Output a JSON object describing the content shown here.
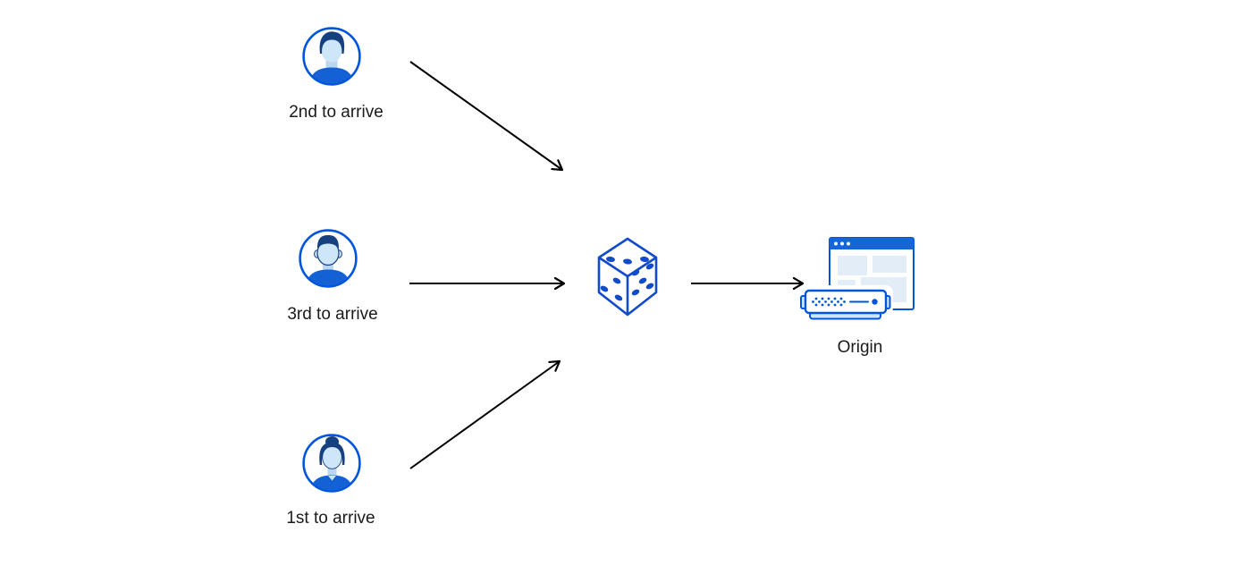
{
  "diagram": {
    "background": "#ffffff",
    "colors": {
      "stroke_blue": "#0055dc",
      "fill_blue": "#1361d4",
      "hair_navy": "#16407f",
      "face_light_blue": "#cde7f8",
      "neck_light_blue": "#b9d8ef",
      "panel_light_blue": "#e3edf8",
      "server_light_blue": "#cfe6fa",
      "arrow_black": "#000000",
      "label_text": "#1a1a1a"
    },
    "nodes": {
      "user_second": {
        "label": "2nd to arrive",
        "icon": "male-user-avatar-icon"
      },
      "user_third": {
        "label": "3rd to arrive",
        "icon": "male-user-avatar-icon"
      },
      "user_first": {
        "label": "1st to arrive",
        "icon": "female-user-avatar-icon"
      },
      "dice": {
        "icon": "dice-icon"
      },
      "origin": {
        "label": "Origin",
        "icon": "origin-server-browser-icon"
      }
    },
    "edges": [
      {
        "from": "user_second",
        "to": "dice"
      },
      {
        "from": "user_third",
        "to": "dice"
      },
      {
        "from": "user_first",
        "to": "dice"
      },
      {
        "from": "dice",
        "to": "origin"
      }
    ]
  }
}
